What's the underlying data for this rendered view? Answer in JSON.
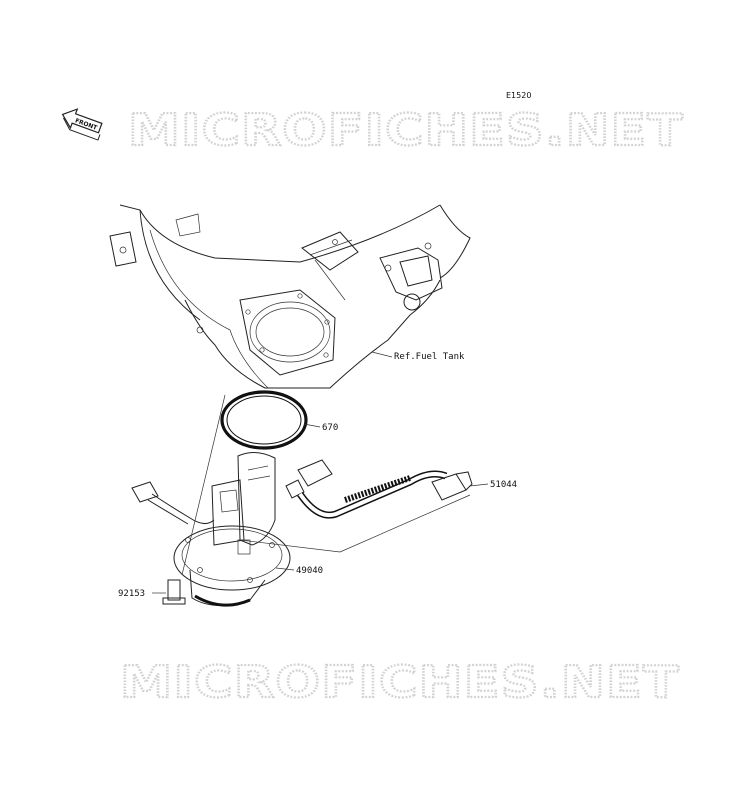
{
  "diagram_code": "E1520",
  "front_badge": "FRONT",
  "watermark_top": "MICROFICHES.NET",
  "watermark_bottom": "MICROFICHES.NET",
  "callouts": {
    "fuel_tank_ref": "Ref.Fuel Tank",
    "oring": "670",
    "fuel_hose": "51044",
    "fuel_pump": "49040",
    "bolt": "92153"
  }
}
